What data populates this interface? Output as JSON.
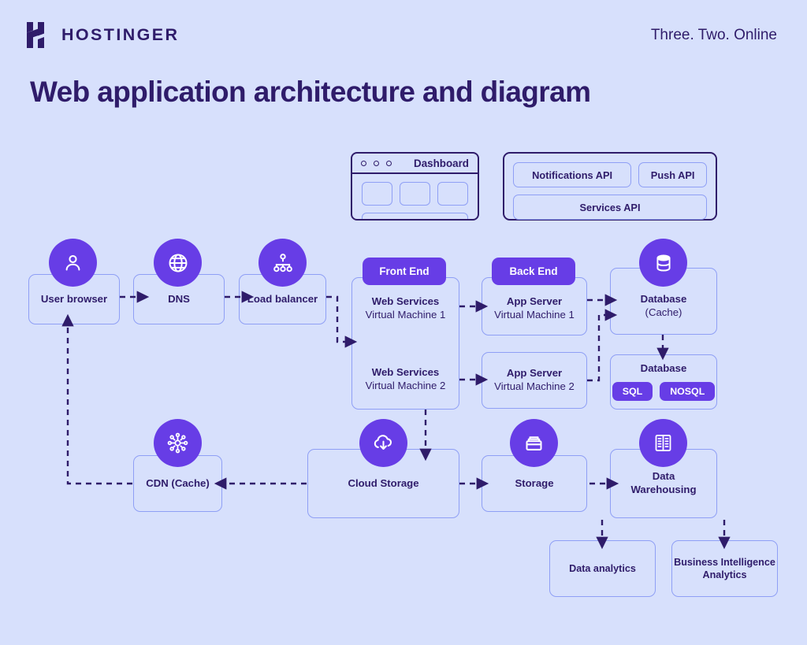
{
  "brand": {
    "name": "HOSTINGER",
    "logo_icon": "hostinger-h-logo",
    "tagline": "Three. Two. Online"
  },
  "page": {
    "title": "Web application architecture and diagram",
    "background_color": "#d7e0fc",
    "accent_color": "#673de6",
    "text_color": "#2f1c6a",
    "border_color": "#8f9ff5"
  },
  "dashboard_window": {
    "title": "Dashboard",
    "dots": 3,
    "placeholder_tiles": 3,
    "has_wide_tile": true
  },
  "api_panel": {
    "top_row": [
      {
        "label": "Notifications API"
      },
      {
        "label": "Push API"
      }
    ],
    "bottom_row": [
      {
        "label": "Services API"
      }
    ]
  },
  "nodes": {
    "user_browser": {
      "label": "User browser",
      "icon": "user-icon"
    },
    "dns": {
      "label": "DNS",
      "icon": "globe-icon"
    },
    "load_balancer": {
      "label": "Load balancer",
      "icon": "hierarchy-icon"
    },
    "front_end": {
      "badge": "Front End",
      "items": [
        {
          "title": "Web Services",
          "subtitle": "Virtual Machine 1"
        },
        {
          "title": "Web Services",
          "subtitle": "Virtual Machine 2"
        }
      ]
    },
    "back_end": {
      "badge": "Back End",
      "items": [
        {
          "title": "App Server",
          "subtitle": "Virtual Machine 1"
        },
        {
          "title": "App Server",
          "subtitle": "Virtual Machine 2"
        }
      ]
    },
    "database_cache": {
      "title": "Database",
      "subtitle": "(Cache)",
      "icon": "database-icon"
    },
    "database": {
      "title": "Database",
      "tags": [
        "SQL",
        "NOSQL"
      ]
    },
    "cdn": {
      "label": "CDN (Cache)",
      "icon": "network-nodes-icon"
    },
    "cloud_storage": {
      "label": "Cloud Storage",
      "icon": "cloud-download-icon"
    },
    "storage": {
      "label": "Storage",
      "icon": "archive-box-icon"
    },
    "data_warehousing": {
      "line1": "Data",
      "line2": "Warehousing",
      "icon": "server-rack-icon"
    },
    "data_analytics": {
      "label": "Data analytics"
    },
    "business_intelligence": {
      "line1": "Business Intelligence",
      "line2": "Analytics"
    }
  }
}
